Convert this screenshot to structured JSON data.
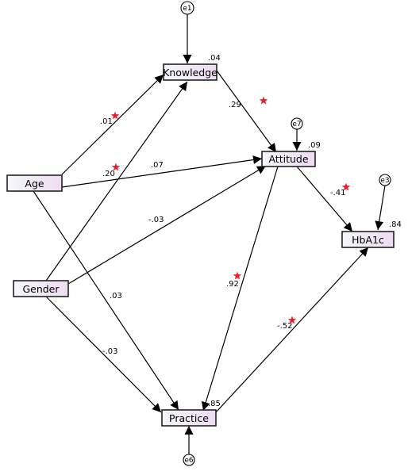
{
  "nodes": {
    "knowledge": {
      "label": "Knowledge",
      "r2": ".04"
    },
    "attitude": {
      "label": "Attitude",
      "r2": ".09"
    },
    "hba1c": {
      "label": "HbA1c",
      "r2": ".84"
    },
    "age": {
      "label": "Age"
    },
    "gender": {
      "label": "Gender"
    },
    "practice": {
      "label": "Practice",
      "r2": ".85"
    }
  },
  "errors": {
    "e1": "e1",
    "e7": "e7",
    "e3": "e3",
    "e6": "e6"
  },
  "paths": [
    {
      "id": "age_knowledge",
      "coef": ".01",
      "sig": true
    },
    {
      "id": "knowledge_attitude",
      "coef": ".29",
      "sig": true
    },
    {
      "id": "age_attitude",
      "coef": ".07",
      "sig": false
    },
    {
      "id": "gender_knowledge",
      "coef": ".20",
      "sig": true
    },
    {
      "id": "attitude_hba1c",
      "coef": "-.41",
      "sig": true
    },
    {
      "id": "gender_attitude",
      "coef": "-.03",
      "sig": false
    },
    {
      "id": "attitude_practice",
      "coef": ".92",
      "sig": true
    },
    {
      "id": "age_practice",
      "coef": ".03",
      "sig": false
    },
    {
      "id": "practice_hba1c",
      "coef": "-.52",
      "sig": true
    },
    {
      "id": "gender_practice",
      "coef": "-.03",
      "sig": false
    }
  ],
  "colors": {
    "box_gradient_start": "#f4f7fb",
    "box_gradient_end": "#eedcf0",
    "significance_star": "#e8202a"
  }
}
